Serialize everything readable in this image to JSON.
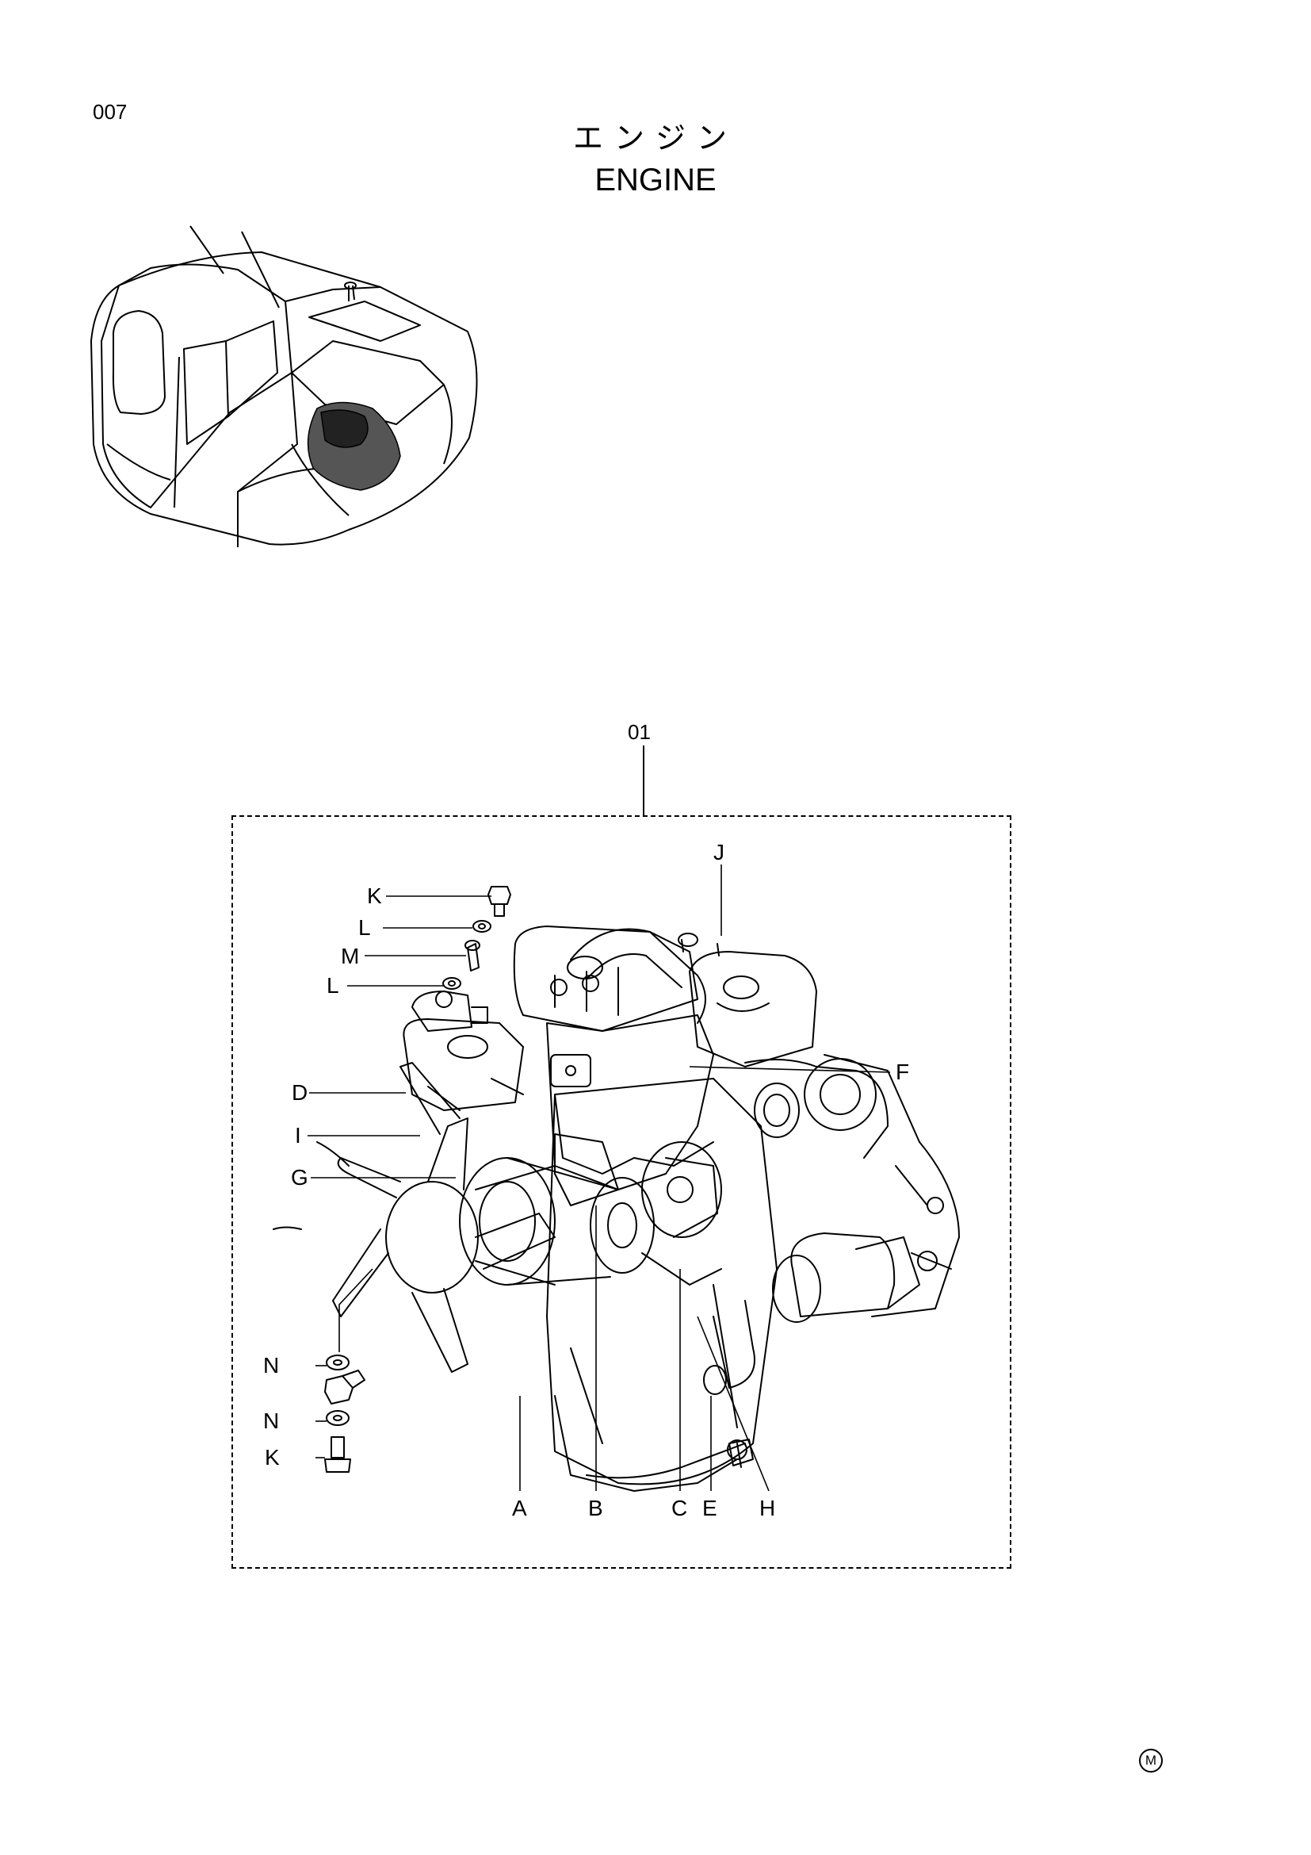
{
  "page": {
    "number": "007"
  },
  "title": {
    "ja": "エンジン",
    "en": "ENGINE"
  },
  "assembly": {
    "number": "01"
  },
  "callouts": {
    "K1": "K",
    "L1": "L",
    "M": "M",
    "L2": "L",
    "J": "J",
    "F": "F",
    "D": "D",
    "I": "I",
    "G": "G",
    "N1": "N",
    "N2": "N",
    "K2": "K",
    "A": "A",
    "B": "B",
    "C": "C",
    "E": "E",
    "H": "H"
  },
  "footer": {
    "mark": "M"
  },
  "colors": {
    "ink": "#000000",
    "paper": "#ffffff"
  }
}
